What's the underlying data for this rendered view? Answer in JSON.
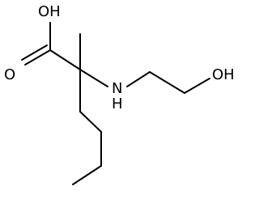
{
  "molecule": {
    "atoms": {
      "acid_oh": "OH",
      "carbonyl_o": "O",
      "amine_n": "N",
      "amine_h": "H",
      "alcohol_oh": "OH"
    },
    "colors": {
      "bond": "#000000",
      "label": "#000000",
      "background": "#ffffff"
    }
  }
}
